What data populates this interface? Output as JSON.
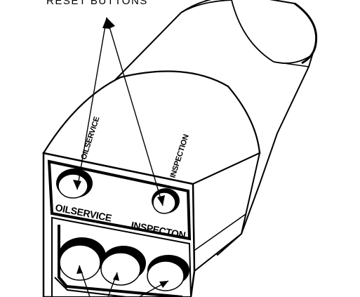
{
  "callout": {
    "title": "RESET BUTTONS"
  },
  "labels": {
    "oilservice_face": "OILSERVICE",
    "inspection_face": "INSPECTON",
    "oilservice_top": "OILSERVICE",
    "inspection_top": "INSPECTION"
  },
  "colors": {
    "ink": "#000000",
    "paper": "#ffffff"
  }
}
